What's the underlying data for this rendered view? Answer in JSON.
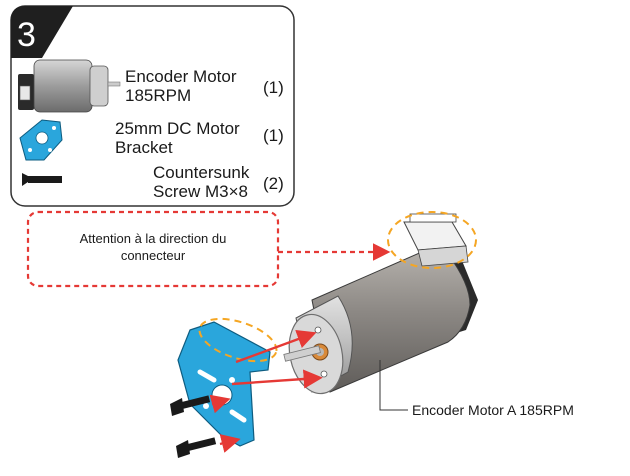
{
  "step": {
    "number": "3"
  },
  "parts": [
    {
      "name_line1": "Encoder Motor",
      "name_line2": "185RPM",
      "qty": "(1)"
    },
    {
      "name_line1": "25mm DC Motor",
      "name_line2": "Bracket",
      "qty": "(1)"
    },
    {
      "name_line1": "Countersunk",
      "name_line2": "Screw M3×8",
      "qty": "(2)"
    }
  ],
  "callout": {
    "line1": "Attention à la direction du",
    "line2": "connecteur"
  },
  "motor_label": "Encoder Motor A 185RPM",
  "colors": {
    "bracket_blue": "#2aa6dc",
    "arrow_red": "#e53935",
    "dash_orange": "#f5a623",
    "motor_gray": "#8a8682"
  }
}
